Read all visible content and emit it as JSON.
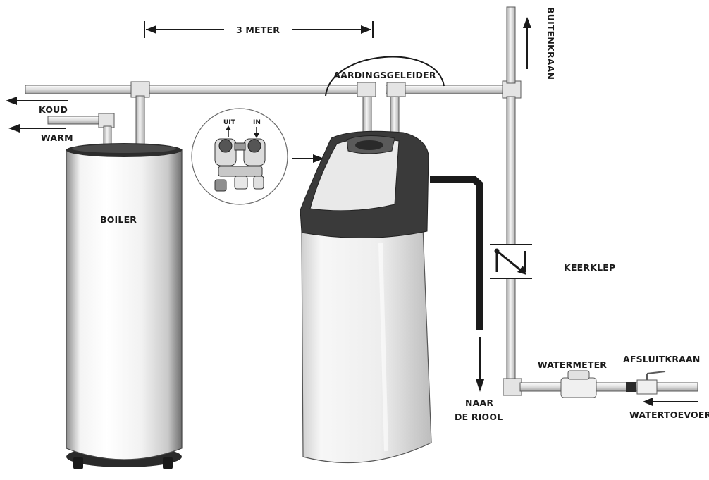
{
  "labels": {
    "distance": "3 METER",
    "aarding": "AARDINGSGELEIDER",
    "buitenkraan": "BUITENKRAAN",
    "koud": "KOUD",
    "warm": "WARM",
    "boiler": "BOILER",
    "uit": "UIT",
    "in": "IN",
    "keerklep": "KEERKLEP",
    "watermeter": "WATERMETER",
    "afsluitkraan": "AFSLUITKRAAN",
    "watertoevoer": "WATERTOEVOER",
    "riool_1": "NAAR",
    "riool_2": "DE RIOOL"
  },
  "colors": {
    "pipe_fill": "#e6e6e6",
    "pipe_stroke": "#555555",
    "ink": "#1a1a1a",
    "softener_top": "#3a3a3a",
    "softener_body": "#ececec",
    "boiler_body": "#efefef"
  }
}
